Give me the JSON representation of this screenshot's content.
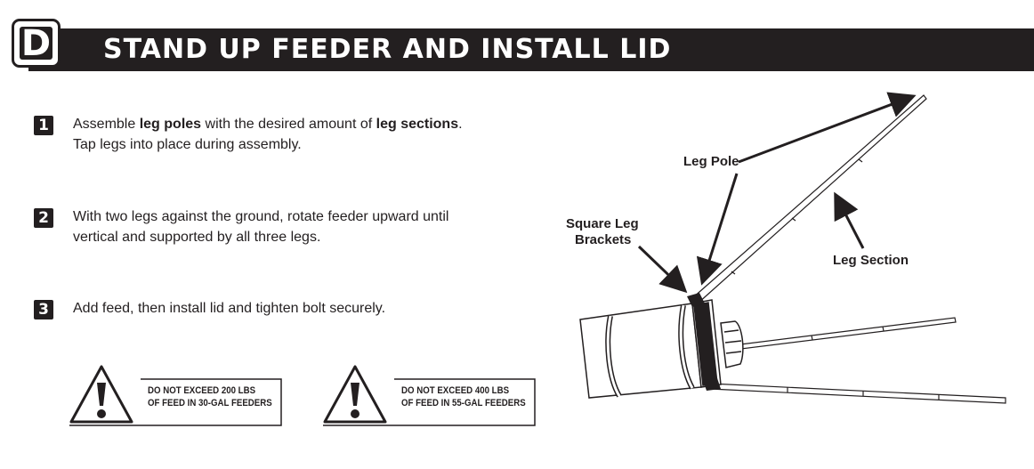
{
  "header": {
    "letter": "D",
    "title": "STAND UP FEEDER AND INSTALL LID"
  },
  "steps": [
    {
      "number": "1",
      "parts": [
        "Assemble ",
        "leg poles",
        " with the desired amount of ",
        "leg sections",
        "."
      ],
      "line2": "Tap legs into place during assembly."
    },
    {
      "number": "2",
      "line1": "With two legs against the ground, rotate feeder upward until",
      "line2": "vertical and supported by all three legs."
    },
    {
      "number": "3",
      "line1": "Add feed, then install lid and tighten bolt securely."
    }
  ],
  "warnings": [
    {
      "line1": "DO NOT EXCEED 200 LBS",
      "line2": "OF FEED IN 30-GAL FEEDERS"
    },
    {
      "line1": "DO NOT EXCEED 400 LBS",
      "line2": "OF FEED IN 55-GAL FEEDERS"
    }
  ],
  "diagram": {
    "labels": {
      "leg_pole": "Leg Pole",
      "square_leg_brackets_1": "Square Leg",
      "square_leg_brackets_2": "Brackets",
      "leg_section": "Leg Section"
    }
  }
}
